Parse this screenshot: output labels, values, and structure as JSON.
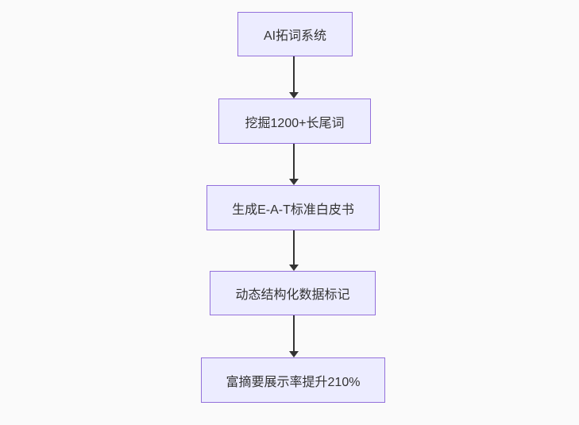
{
  "flowchart": {
    "direction": "top-to-bottom",
    "nodes": [
      {
        "id": "A",
        "label": "AI拓词系统"
      },
      {
        "id": "B",
        "label": "挖掘1200+长尾词"
      },
      {
        "id": "C",
        "label": "生成E-A-T标准白皮书"
      },
      {
        "id": "D",
        "label": "动态结构化数据标记"
      },
      {
        "id": "E",
        "label": "富摘要展示率提升210%"
      }
    ],
    "edges": [
      {
        "from": "A",
        "to": "B"
      },
      {
        "from": "B",
        "to": "C"
      },
      {
        "from": "C",
        "to": "D"
      },
      {
        "from": "D",
        "to": "E"
      }
    ],
    "colors": {
      "node_fill": "#ECECFF",
      "node_border": "#9370DB",
      "arrow": "#333333",
      "text": "#333333",
      "background": "#FAFAFA"
    }
  }
}
